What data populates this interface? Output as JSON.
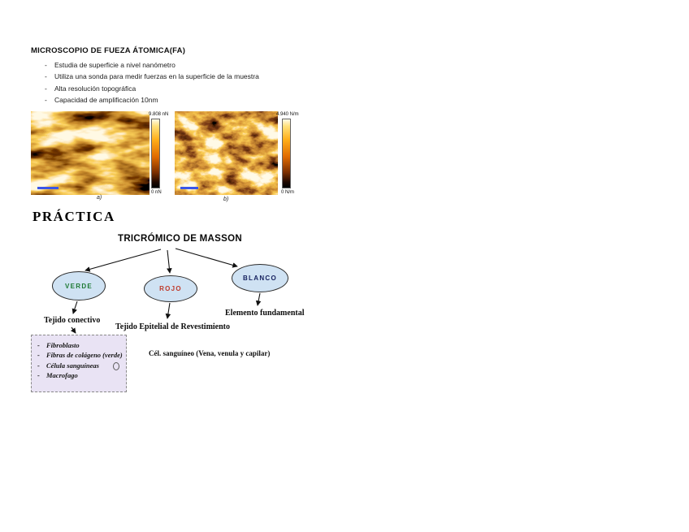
{
  "notes": {
    "title": "MICROSCOPIO DE FUEZA ÁTOMICA(FA)",
    "bullets": [
      "Estudia de superficie a nivel nanómetro",
      "Utiliza una sonda para medir fuerzas en la superficie de la muestra",
      "Alta resolución topográfica",
      "Capacidad de amplificación 10nm"
    ]
  },
  "afm": {
    "left": {
      "colorbar_max": "9.808 nN",
      "colorbar_min": "0 nN",
      "caption": "a)"
    },
    "right": {
      "colorbar_max": "4.940 N/m",
      "colorbar_min": "0 N/m",
      "caption": "b)"
    }
  },
  "practice": {
    "heading": "PRÁCTICA",
    "diagram": {
      "title": "TRICRÓMICO DE MASSON",
      "nodes": [
        {
          "label": "VERDE",
          "text_color": "#1e7a34"
        },
        {
          "label": "ROJO",
          "text_color": "#bf3a2b"
        },
        {
          "label": "BLANCO",
          "text_color": "#15205e"
        }
      ],
      "results": {
        "verde": "Tejido conectivo",
        "rojo": "Tejido Epitelial de Revestimiento",
        "blanco": "Elemento fundamental"
      },
      "connective_items": [
        "Fibroblasto",
        "Fibras de colágeno (verde)",
        "Célula sanguíneas",
        "Macrofago"
      ],
      "note": "Cél. sanguíneo (Vena, venula y capilar)"
    }
  },
  "colors": {
    "node_fill": "#cfe2f3",
    "box_fill": "#e9e3f4",
    "afm_palette_high": "#fff6d8",
    "afm_palette_mid": "#f08400",
    "afm_palette_low": "#000000"
  }
}
